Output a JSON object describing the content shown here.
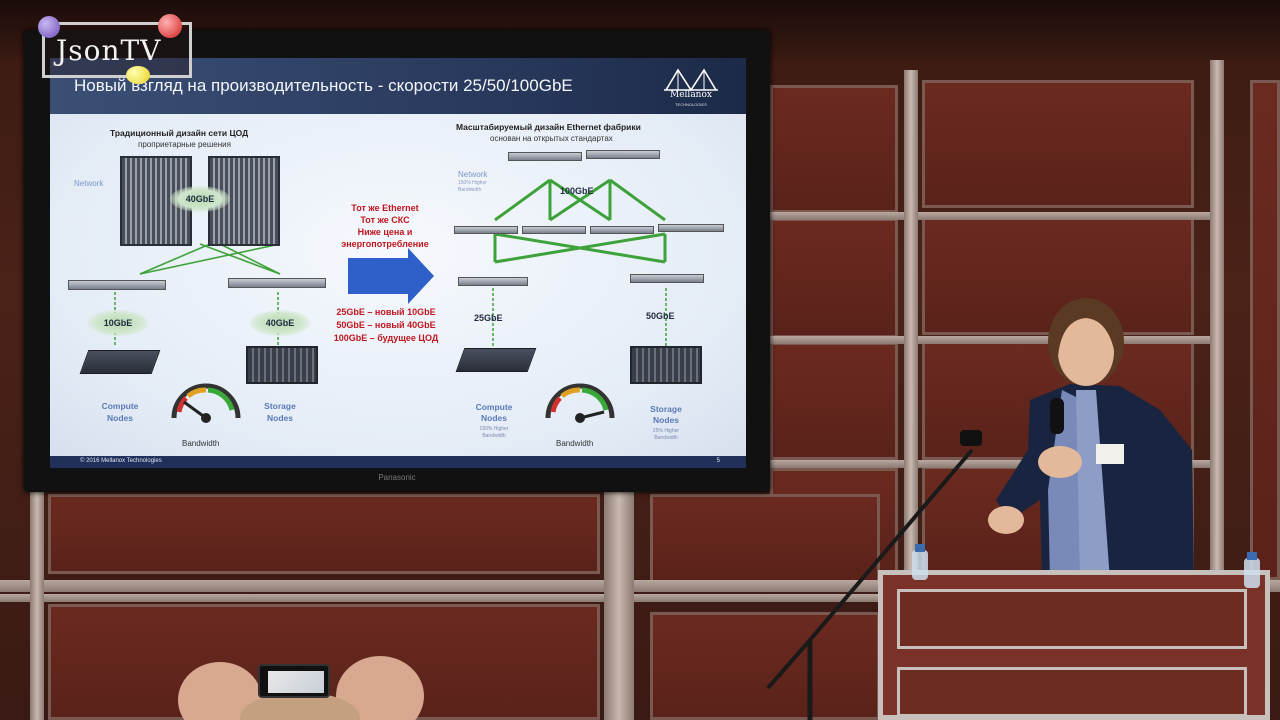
{
  "watermark": {
    "text": "JsonTV"
  },
  "tv": {
    "brand": "Panasonic"
  },
  "slide": {
    "title": "Новый взгляд на производительность - скорости 25/50/100GbE",
    "logo": {
      "name": "Mellanox",
      "sub": "TECHNOLOGIES"
    },
    "left": {
      "heading": "Традиционный дизайн сети ЦОД",
      "subheading": "проприетарные решения",
      "network_label": "Network",
      "uplink": "40GbE",
      "speed_compute": "10GbE",
      "speed_storage": "40GbE",
      "compute_label_1": "Compute",
      "compute_label_2": "Nodes",
      "storage_label_1": "Storage",
      "storage_label_2": "Nodes",
      "gauge_label": "Bandwidth"
    },
    "middle": {
      "lines": [
        "Тот же Ethernet",
        "Тот же СКС",
        "Ниже цена и",
        "энергопотребление"
      ],
      "speeds": [
        "25GbE – новый 10GbE",
        "50GbE – новый 40GbE",
        "100GbE – будущее ЦОД"
      ]
    },
    "right": {
      "heading": "Масштабируемый дизайн Ethernet фабрики",
      "subheading": "основан на открытых стандартах",
      "network_label": "Network",
      "network_sub_1": "150% Higher",
      "network_sub_2": "Bandwidth",
      "uplink": "100GbE",
      "speed_compute": "25GbE",
      "speed_storage": "50GbE",
      "compute_label_1": "Compute",
      "compute_label_2": "Nodes",
      "compute_sub_1": "150% Higher",
      "compute_sub_2": "Bandwidth",
      "storage_label_1": "Storage",
      "storage_label_2": "Nodes",
      "storage_sub_1": "25% Higher",
      "storage_sub_2": "Bandwidth",
      "gauge_label": "Bandwidth"
    },
    "footer": {
      "copyright": "© 2016 Mellanox Technologies",
      "page": "5"
    }
  },
  "colors": {
    "slide_header": "#2a3a5e",
    "accent_red": "#c0161e",
    "link_green": "#3ea23a",
    "arrow_blue": "#2f5fc8",
    "wall": "#6b2a20"
  }
}
